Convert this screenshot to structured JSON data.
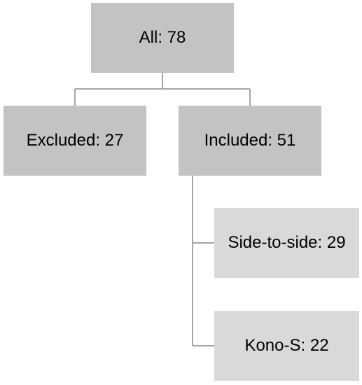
{
  "diagram": {
    "root": {
      "label": "All: 78"
    },
    "children": [
      {
        "label": "Excluded: 27"
      },
      {
        "label": "Included: 51"
      }
    ],
    "subchildren": [
      {
        "label": "Side-to-side: 29"
      },
      {
        "label": "Kono-S: 22"
      }
    ],
    "colors": {
      "level1": "#c3c3c3",
      "level2": "#d9d9d9",
      "connector": "#a6a6a6"
    }
  }
}
